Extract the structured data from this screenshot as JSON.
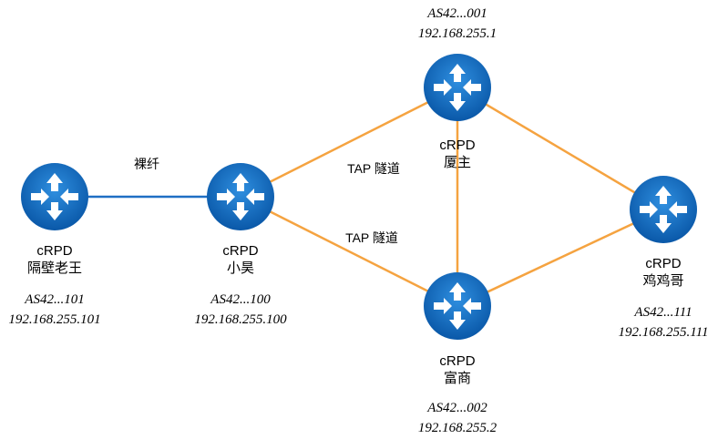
{
  "nodes": [
    {
      "id": "n1",
      "type": "cRPD",
      "name": "隔壁老王",
      "as": "AS42...101",
      "ip": "192.168.255.101"
    },
    {
      "id": "n2",
      "type": "cRPD",
      "name": "小昊",
      "as": "AS42...100",
      "ip": "192.168.255.100"
    },
    {
      "id": "n3",
      "type": "cRPD",
      "name": "厦主",
      "as": "AS42...001",
      "ip": "192.168.255.1"
    },
    {
      "id": "n4",
      "type": "cRPD",
      "name": "富商",
      "as": "AS42...002",
      "ip": "192.168.255.2"
    },
    {
      "id": "n5",
      "type": "cRPD",
      "name": "鸡鸡哥",
      "as": "AS42...111",
      "ip": "192.168.255.111"
    }
  ],
  "links": [
    {
      "from": "n1",
      "to": "n2",
      "label": "裸纤",
      "color": "#1f6fc4"
    },
    {
      "from": "n2",
      "to": "n3",
      "label": "TAP 隧道",
      "color": "#f5a340"
    },
    {
      "from": "n2",
      "to": "n4",
      "label": "TAP 隧道",
      "color": "#f5a340"
    },
    {
      "from": "n3",
      "to": "n4",
      "label": "",
      "color": "#f5a340"
    },
    {
      "from": "n3",
      "to": "n5",
      "label": "",
      "color": "#f5a340"
    },
    {
      "from": "n4",
      "to": "n5",
      "label": "",
      "color": "#f5a340"
    }
  ],
  "colors": {
    "router_dark": "#0a58a8",
    "router_light": "#2f8fe0",
    "arrow": "#ffffff"
  },
  "icon": "router-icon"
}
